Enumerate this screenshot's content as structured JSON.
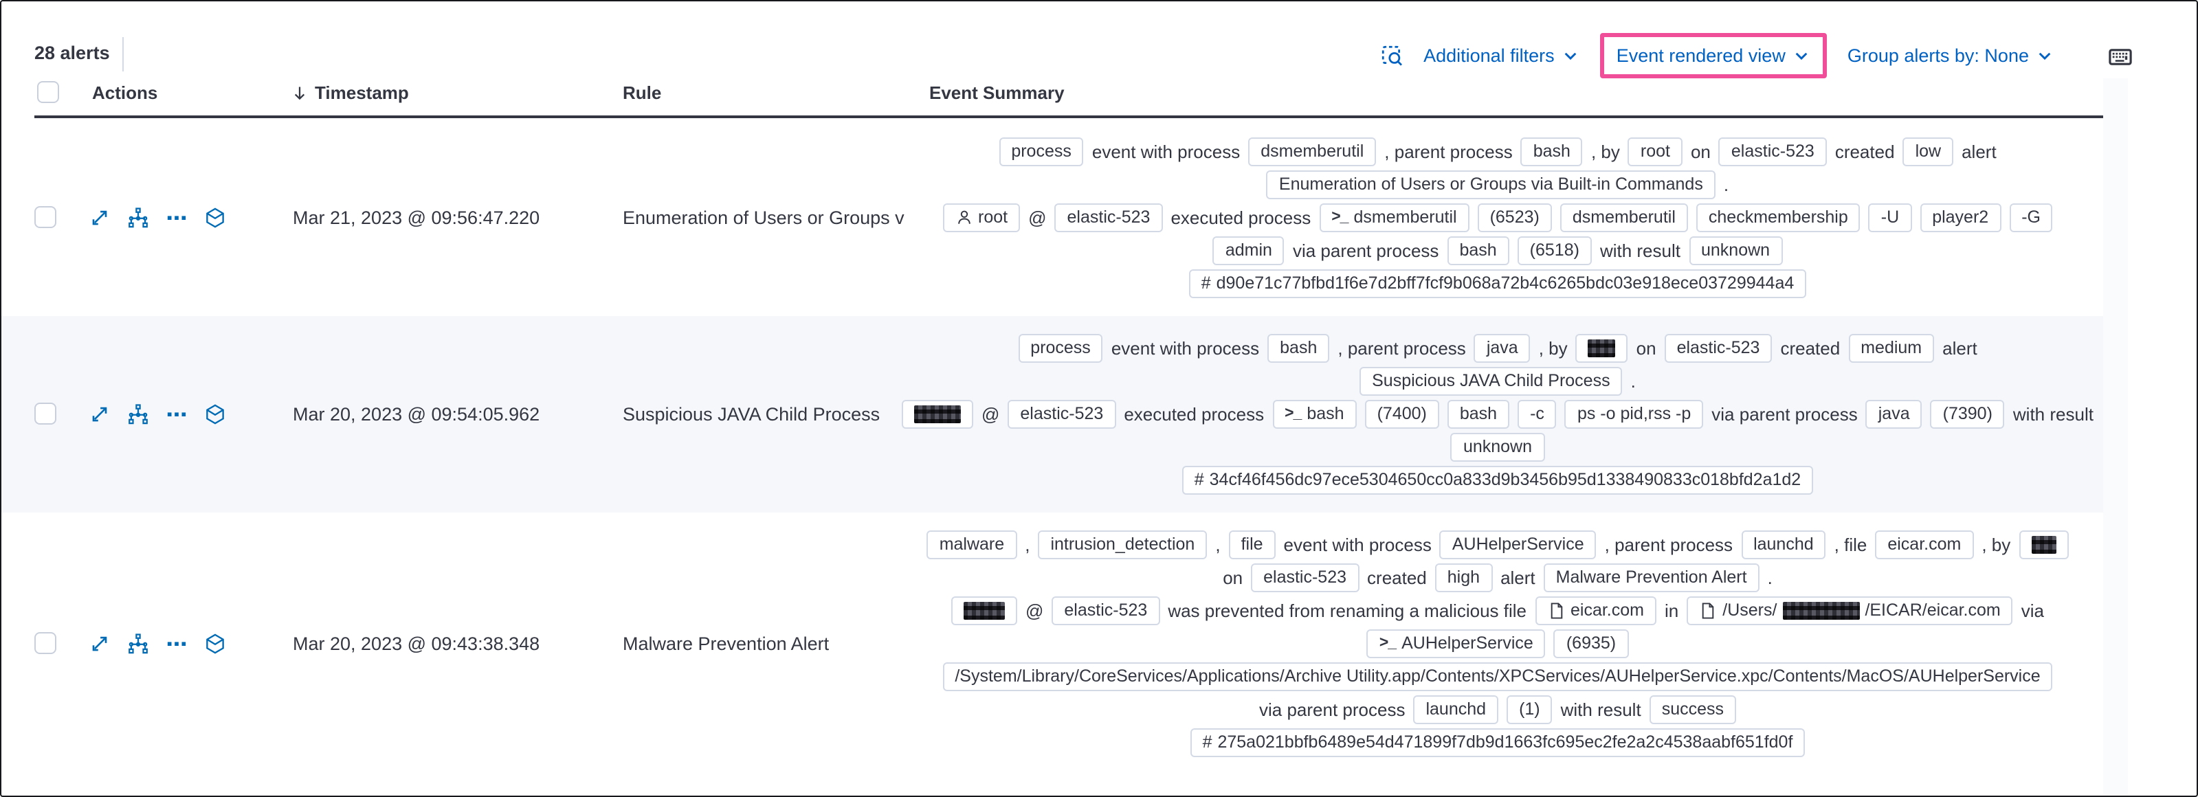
{
  "toolbar": {
    "alert_count": "28 alerts",
    "additional_filters_label": "Additional filters",
    "view_selector_label": "Event rendered view",
    "group_by_label": "Group alerts by: None"
  },
  "colors": {
    "link_blue": "#0061c2",
    "icon_blue": "#006bb4",
    "text": "#343741",
    "badge_border": "#d3dae6",
    "row_stripe": "#f5f7fa",
    "highlight_pink": "#f04e98",
    "header_border": "#343741"
  },
  "table": {
    "headers": [
      "Actions",
      "Timestamp",
      "Rule",
      "Event Summary"
    ],
    "rows": [
      {
        "timestamp": "Mar 21, 2023 @ 09:56:47.220",
        "rule": "Enumeration of Users or Groups via Bui",
        "striped": false,
        "summary_lines": [
          [
            {
              "type": "badge",
              "value": "process"
            },
            {
              "type": "text",
              "value": "event with process"
            },
            {
              "type": "badge",
              "value": "dsmemberutil"
            },
            {
              "type": "text",
              "value": ", parent process"
            },
            {
              "type": "badge",
              "value": "bash"
            },
            {
              "type": "text",
              "value": ", by"
            },
            {
              "type": "badge",
              "value": "root"
            },
            {
              "type": "text",
              "value": "on"
            },
            {
              "type": "badge",
              "value": "elastic-523"
            },
            {
              "type": "text",
              "value": "created"
            },
            {
              "type": "badge",
              "value": "low"
            },
            {
              "type": "text",
              "value": "alert"
            }
          ],
          [
            {
              "type": "badge",
              "value": "Enumeration of Users or Groups via Built-in Commands"
            },
            {
              "type": "text",
              "value": "."
            }
          ],
          [
            {
              "type": "badge",
              "value": "root",
              "icon": "user-icon"
            },
            {
              "type": "text",
              "value": "@"
            },
            {
              "type": "badge",
              "value": "elastic-523"
            },
            {
              "type": "text",
              "value": "executed process"
            },
            {
              "type": "badge",
              "value": "dsmemberutil",
              "icon": "terminal-icon"
            },
            {
              "type": "badge",
              "value": "(6523)"
            },
            {
              "type": "badge",
              "value": "dsmemberutil"
            },
            {
              "type": "badge",
              "value": "checkmembership"
            },
            {
              "type": "badge",
              "value": "-U"
            },
            {
              "type": "badge",
              "value": "player2"
            },
            {
              "type": "badge",
              "value": "-G"
            }
          ],
          [
            {
              "type": "badge",
              "value": "admin"
            },
            {
              "type": "text",
              "value": "via parent process"
            },
            {
              "type": "badge",
              "value": "bash"
            },
            {
              "type": "badge",
              "value": "(6518)"
            },
            {
              "type": "text",
              "value": "with result"
            },
            {
              "type": "badge",
              "value": "unknown"
            }
          ],
          [
            {
              "type": "badge",
              "value": "d90e71c77bfbd1f6e7d2bff7fcf9b068a72b4c6265bdc03e918ece03729944a4",
              "icon": "hash-icon"
            }
          ]
        ]
      },
      {
        "timestamp": "Mar 20, 2023 @ 09:54:05.962",
        "rule": "Suspicious JAVA Child Process",
        "striped": true,
        "summary_lines": [
          [
            {
              "type": "badge",
              "value": "process"
            },
            {
              "type": "text",
              "value": "event with process"
            },
            {
              "type": "badge",
              "value": "bash"
            },
            {
              "type": "text",
              "value": ", parent process"
            },
            {
              "type": "badge",
              "value": "java"
            },
            {
              "type": "text",
              "value": ", by"
            },
            {
              "type": "badge",
              "redact_width": 20
            },
            {
              "type": "text",
              "value": "on"
            },
            {
              "type": "badge",
              "value": "elastic-523"
            },
            {
              "type": "text",
              "value": "created"
            },
            {
              "type": "badge",
              "value": "medium"
            },
            {
              "type": "text",
              "value": "alert"
            }
          ],
          [
            {
              "type": "badge",
              "value": "Suspicious JAVA Child Process"
            },
            {
              "type": "text",
              "value": "."
            }
          ],
          [
            {
              "type": "badge",
              "redact_width": 34
            },
            {
              "type": "text",
              "value": "@"
            },
            {
              "type": "badge",
              "value": "elastic-523"
            },
            {
              "type": "text",
              "value": "executed process"
            },
            {
              "type": "badge",
              "value": "bash",
              "icon": "terminal-icon"
            },
            {
              "type": "badge",
              "value": "(7400)"
            },
            {
              "type": "badge",
              "value": "bash"
            },
            {
              "type": "badge",
              "value": "-c"
            },
            {
              "type": "badge",
              "value": "ps -o pid,rss -p"
            },
            {
              "type": "text",
              "value": "via parent process"
            },
            {
              "type": "badge",
              "value": "java"
            },
            {
              "type": "badge",
              "value": "(7390)"
            },
            {
              "type": "text",
              "value": "with result"
            }
          ],
          [
            {
              "type": "badge",
              "value": "unknown"
            }
          ],
          [
            {
              "type": "badge",
              "value": "34cf46f456dc97ece5304650cc0a833d9b3456b95d1338490833c018bfd2a1d2",
              "icon": "hash-icon"
            }
          ]
        ]
      },
      {
        "timestamp": "Mar 20, 2023 @ 09:43:38.348",
        "rule": "Malware Prevention Alert",
        "striped": false,
        "summary_lines": [
          [
            {
              "type": "badge",
              "value": "malware"
            },
            {
              "type": "text",
              "value": ","
            },
            {
              "type": "badge",
              "value": "intrusion_detection"
            },
            {
              "type": "text",
              "value": ","
            },
            {
              "type": "badge",
              "value": "file"
            },
            {
              "type": "text",
              "value": "event with process"
            },
            {
              "type": "badge",
              "value": "AUHelperService"
            },
            {
              "type": "text",
              "value": ", parent process"
            },
            {
              "type": "badge",
              "value": "launchd"
            },
            {
              "type": "text",
              "value": ", file"
            },
            {
              "type": "badge",
              "value": "eicar.com"
            },
            {
              "type": "text",
              "value": ", by"
            },
            {
              "type": "badge",
              "redact_width": 18
            }
          ],
          [
            {
              "type": "text",
              "value": "on"
            },
            {
              "type": "badge",
              "value": "elastic-523"
            },
            {
              "type": "text",
              "value": "created"
            },
            {
              "type": "badge",
              "value": "high"
            },
            {
              "type": "text",
              "value": "alert"
            },
            {
              "type": "badge",
              "value": "Malware Prevention Alert"
            },
            {
              "type": "text",
              "value": "."
            }
          ],
          [
            {
              "type": "badge",
              "redact_width": 30
            },
            {
              "type": "text",
              "value": "@"
            },
            {
              "type": "badge",
              "value": "elastic-523"
            },
            {
              "type": "text",
              "value": "was prevented from renaming a malicious file"
            },
            {
              "type": "badge",
              "value": "eicar.com",
              "icon": "document-icon"
            },
            {
              "type": "text",
              "value": "in"
            },
            {
              "type": "badge",
              "icon": "document-icon",
              "parts": [
                {
                  "value": "/Users/"
                },
                {
                  "redact_width": 56
                },
                {
                  "value": "/EICAR/eicar.com"
                }
              ]
            },
            {
              "type": "text",
              "value": "via"
            }
          ],
          [
            {
              "type": "badge",
              "value": "AUHelperService",
              "icon": "terminal-icon"
            },
            {
              "type": "badge",
              "value": "(6935)"
            }
          ],
          [
            {
              "type": "badge",
              "value": "/System/Library/CoreServices/Applications/Archive Utility.app/Contents/XPCServices/AUHelperService.xpc/Contents/MacOS/AUHelperService"
            }
          ],
          [
            {
              "type": "text",
              "value": "via parent process"
            },
            {
              "type": "badge",
              "value": "launchd"
            },
            {
              "type": "badge",
              "value": "(1)"
            },
            {
              "type": "text",
              "value": "with result"
            },
            {
              "type": "badge",
              "value": "success"
            }
          ],
          [
            {
              "type": "badge",
              "value": "275a021bbfb6489e54d471899f7db9d1663fc695ec2fe2a2c4538aabf651fd0f",
              "icon": "hash-icon"
            }
          ]
        ]
      }
    ]
  }
}
